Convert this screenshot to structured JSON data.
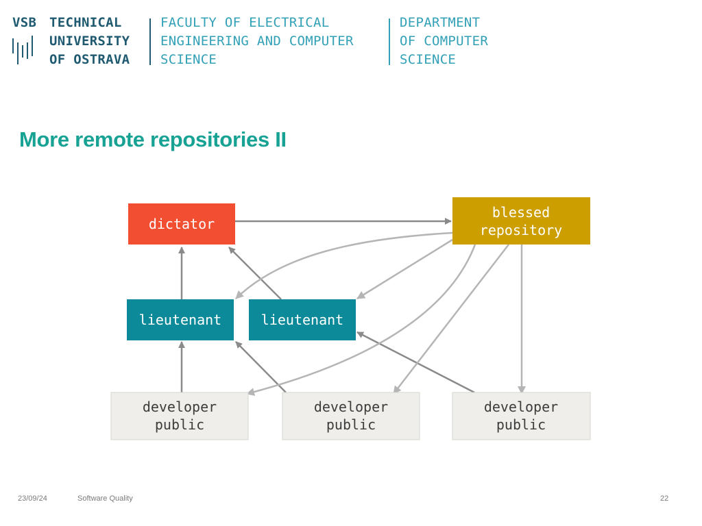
{
  "header": {
    "university_abbr": "VSB",
    "university_lines": [
      "TECHNICAL",
      "UNIVERSITY",
      "OF OSTRAVA"
    ],
    "faculty_lines": [
      "FACULTY OF ELECTRICAL",
      "ENGINEERING AND COMPUTER",
      "SCIENCE"
    ],
    "department_lines": [
      "DEPARTMENT",
      "OF COMPUTER",
      "SCIENCE"
    ],
    "colors": {
      "dark": "#1f5a70",
      "light": "#32a0b6"
    }
  },
  "slide": {
    "title": "More remote repositories II",
    "title_color": "#17a294"
  },
  "diagram": {
    "nodes": {
      "dictator": {
        "lines": [
          "dictator"
        ],
        "color": "#f14e32"
      },
      "blessed": {
        "lines": [
          "blessed",
          "repository"
        ],
        "color": "#cc9e00"
      },
      "lieutenant1": {
        "lines": [
          "lieutenant"
        ],
        "color": "#0c8a99"
      },
      "lieutenant2": {
        "lines": [
          "lieutenant"
        ],
        "color": "#0c8a99"
      },
      "dev1": {
        "lines": [
          "developer",
          "public"
        ],
        "color": "#efeeea"
      },
      "dev2": {
        "lines": [
          "developer",
          "public"
        ],
        "color": "#efeeea"
      },
      "dev3": {
        "lines": [
          "developer",
          "public"
        ],
        "color": "#efeeea"
      }
    },
    "edges": [
      [
        "dictator",
        "blessed"
      ],
      [
        "lieutenant1",
        "dictator"
      ],
      [
        "lieutenant2",
        "dictator"
      ],
      [
        "dev1",
        "lieutenant1"
      ],
      [
        "dev2",
        "lieutenant1"
      ],
      [
        "dev3",
        "lieutenant2"
      ],
      [
        "blessed",
        "lieutenant1"
      ],
      [
        "blessed",
        "lieutenant2"
      ],
      [
        "blessed",
        "dev1"
      ],
      [
        "blessed",
        "dev2"
      ],
      [
        "blessed",
        "dev3"
      ]
    ]
  },
  "footer": {
    "date": "23/09/24",
    "course": "Software Quality",
    "page": "22"
  }
}
